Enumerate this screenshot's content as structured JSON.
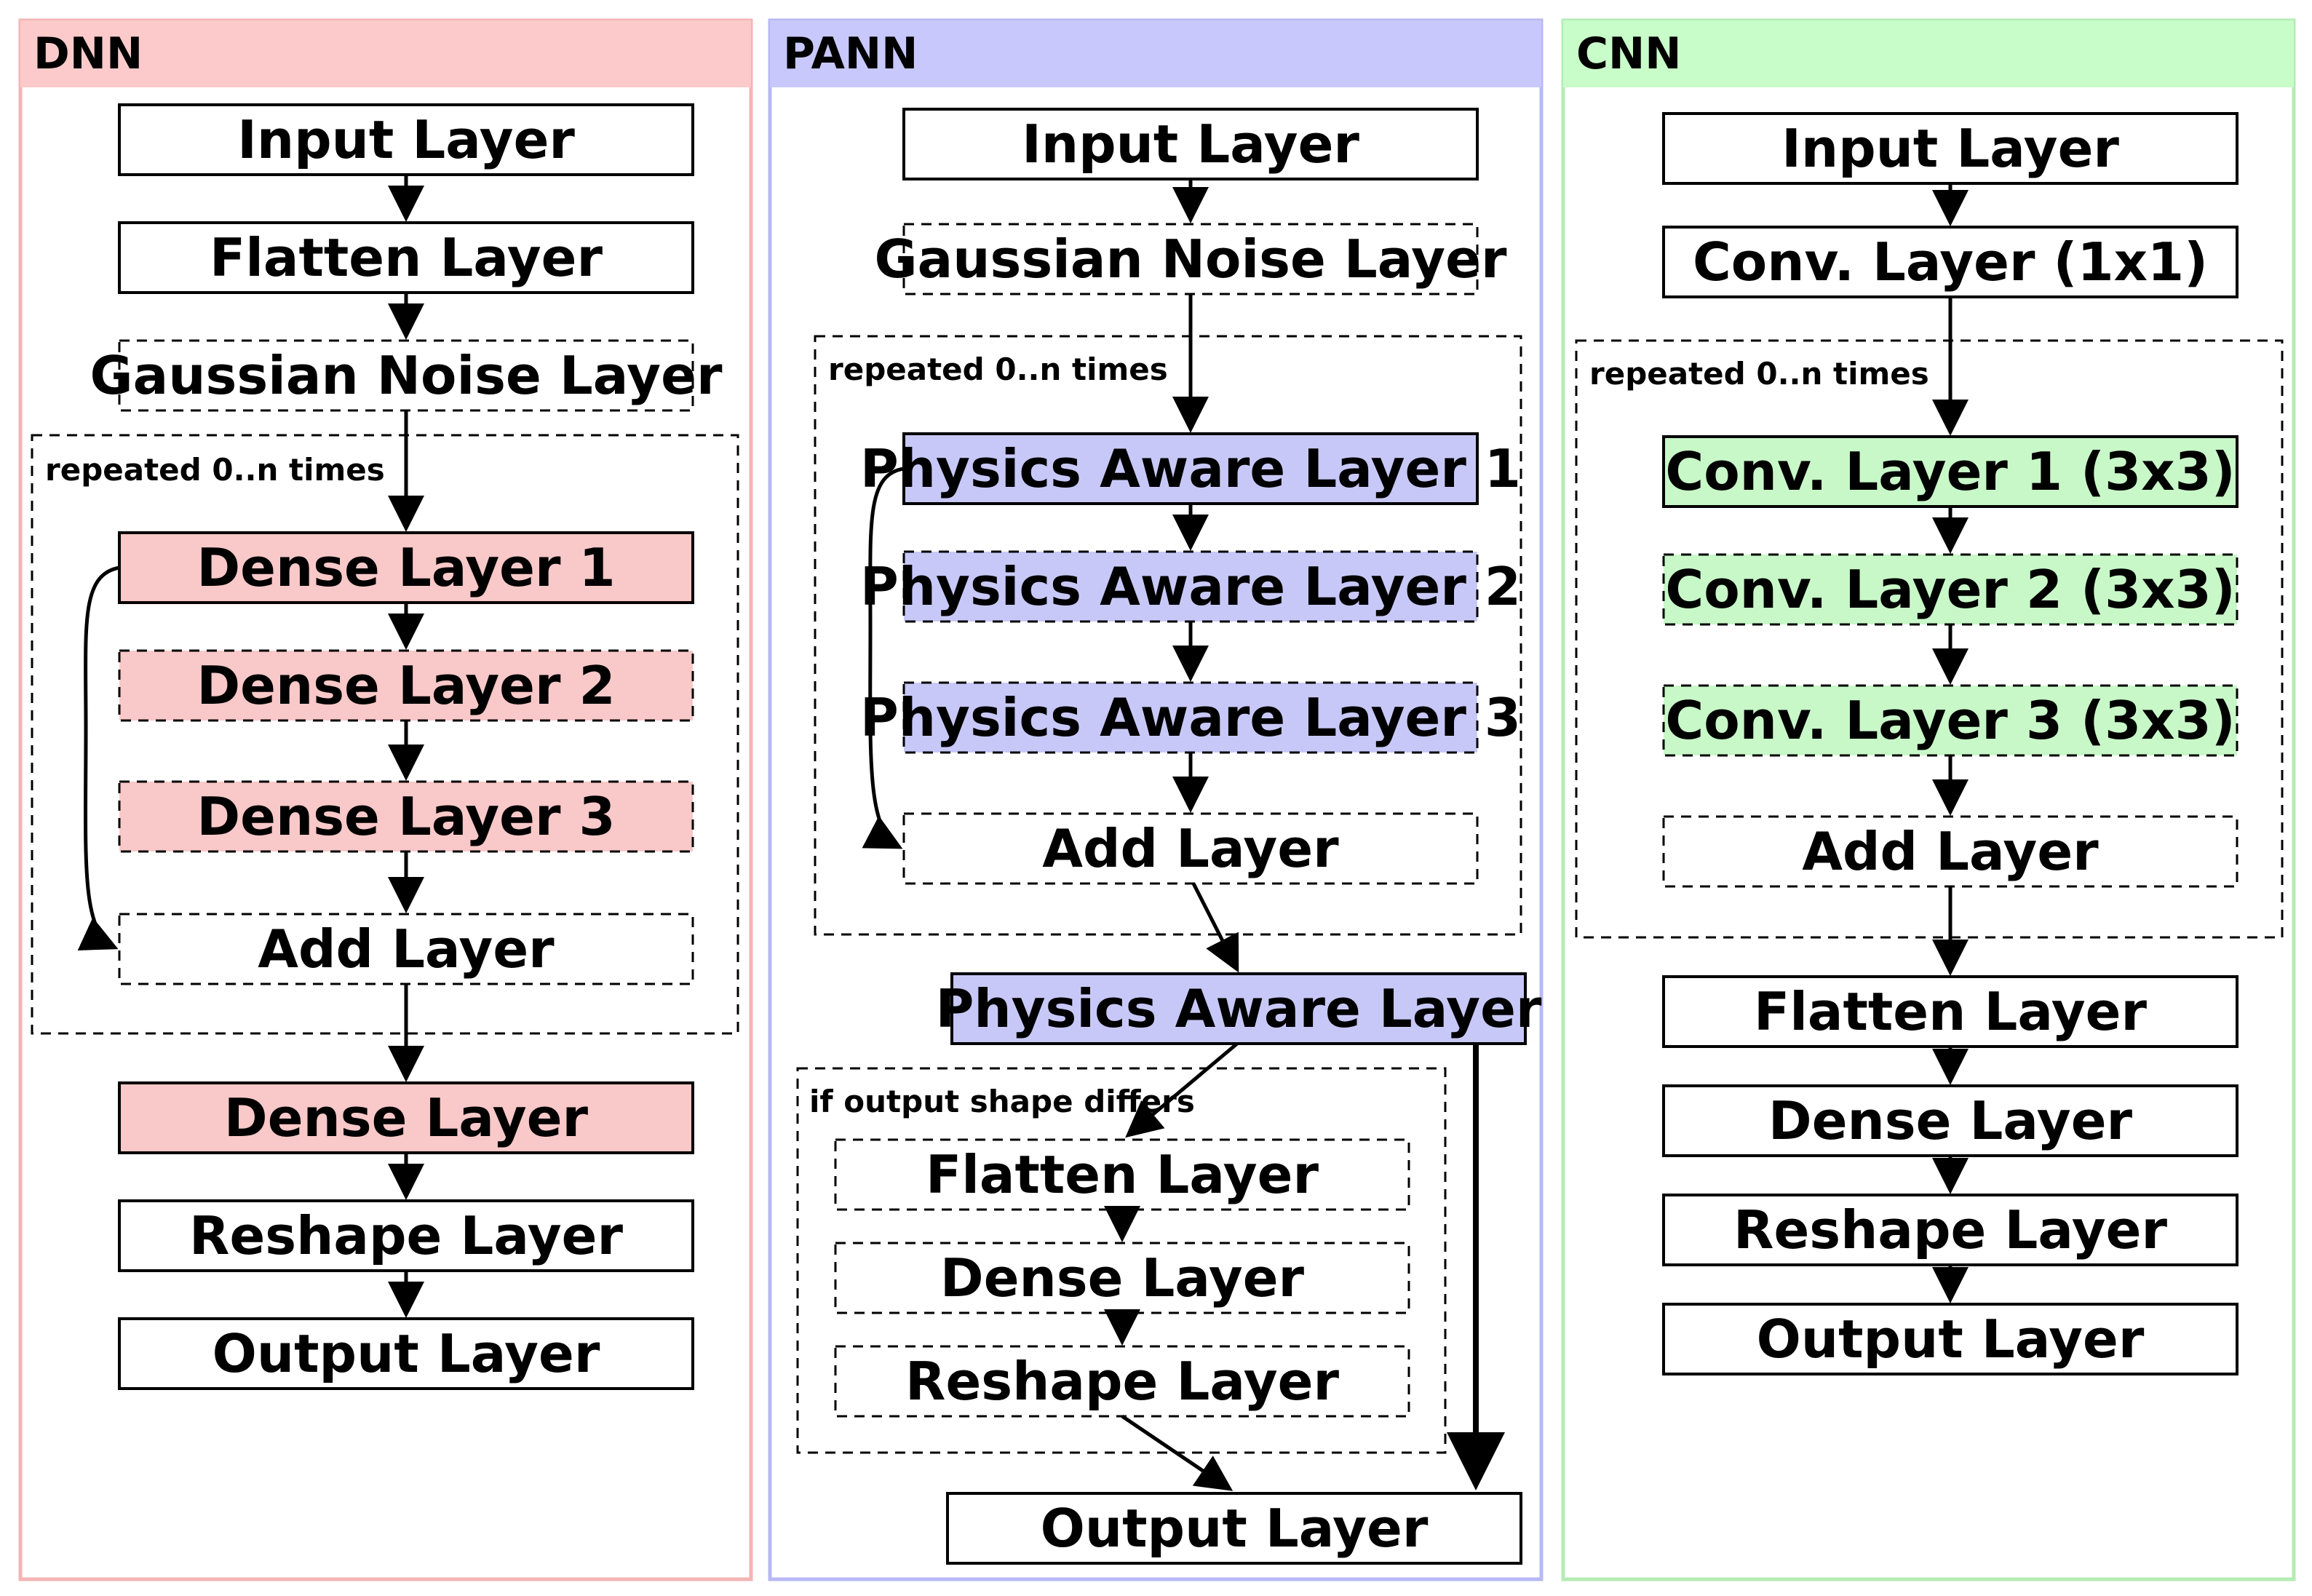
{
  "colors": {
    "dnn_header": "#fccaca",
    "dnn_border": "#f4b4b4",
    "dnn_fill": "#f9c8c8",
    "pann_header": "#c8c8fc",
    "pann_border": "#b8b8f4",
    "pann_fill": "#c8c8f8",
    "cnn_header": "#c8fcc8",
    "cnn_border": "#b4ecb4",
    "cnn_fill": "#c8f8c8"
  },
  "dnn": {
    "title": "DNN",
    "repeat_label": "repeated 0..n times",
    "input": "Input Layer",
    "flatten": "Flatten Layer",
    "noise": "Gaussian Noise Layer",
    "dense1": "Dense Layer 1",
    "dense2": "Dense Layer 2",
    "dense3": "Dense Layer 3",
    "add": "Add Layer",
    "dense": "Dense Layer",
    "reshape": "Reshape Layer",
    "output": "Output Layer"
  },
  "pann": {
    "title": "PANN",
    "repeat_label": "repeated 0..n times",
    "cond_label": "if output shape differs",
    "input": "Input Layer",
    "noise": "Gaussian Noise Layer",
    "pa1": "Physics Aware Layer 1",
    "pa2": "Physics Aware Layer 2",
    "pa3": "Physics Aware Layer 3",
    "add": "Add Layer",
    "pa": "Physics Aware Layer",
    "flatten": "Flatten Layer",
    "dense": "Dense Layer",
    "reshape": "Reshape Layer",
    "output": "Output Layer"
  },
  "cnn": {
    "title": "CNN",
    "repeat_label": "repeated 0..n times",
    "input": "Input Layer",
    "conv1x1": "Conv. Layer (1x1)",
    "conv1": "Conv. Layer 1 (3x3)",
    "conv2": "Conv. Layer 2 (3x3)",
    "conv3": "Conv. Layer 3 (3x3)",
    "add": "Add Layer",
    "flatten": "Flatten Layer",
    "dense": "Dense Layer",
    "reshape": "Reshape Layer",
    "output": "Output Layer"
  }
}
